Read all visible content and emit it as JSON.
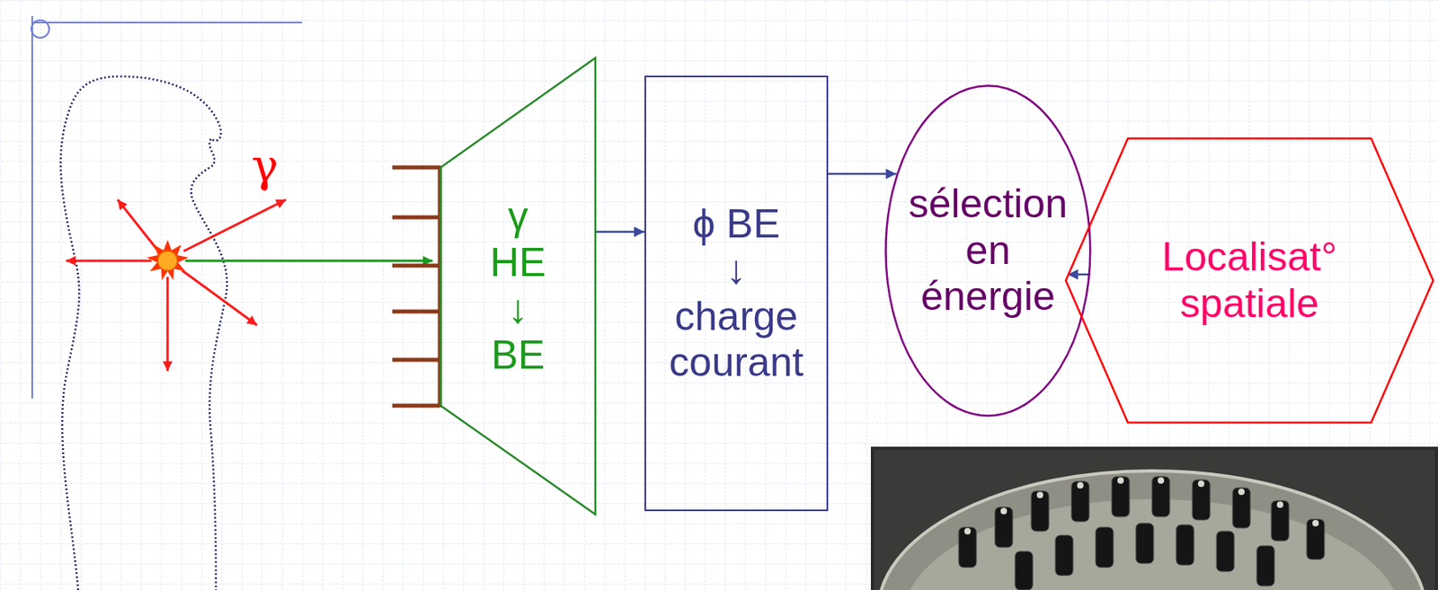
{
  "diagram": {
    "nodes": [
      {
        "text": [
          "γ HE ↓ BE"
        ]
      },
      {
        "text": [
          "ϕ BE",
          "↓",
          "charge courant"
        ]
      },
      {
        "text": [
          "sélection en énergie"
        ]
      },
      {
        "text": [
          "Localisat° spatiale"
        ]
      }
    ],
    "edges": [
      {
        "from": 0,
        "to": 1,
        "arrow": "to"
      },
      {
        "from": 1,
        "to": 2,
        "arrow": "to"
      },
      {
        "from": 2,
        "to": 3,
        "arrow": "to"
      }
    ],
    "labels": [
      "γ"
    ]
  }
}
